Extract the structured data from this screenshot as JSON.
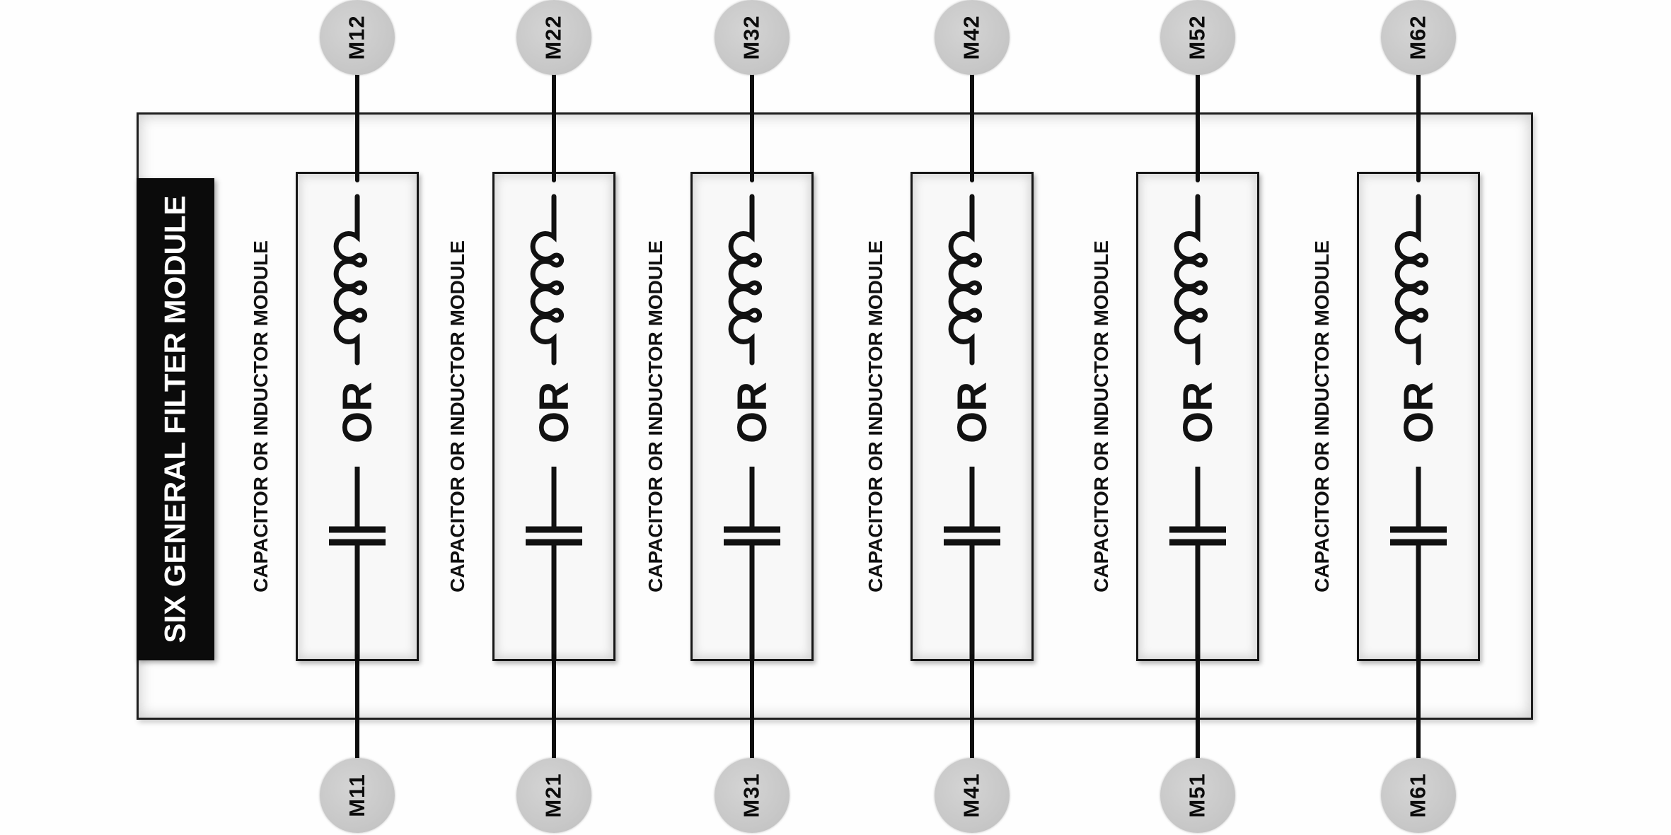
{
  "diagram": {
    "banner_title": "SIX GENERAL FILTER MODULE",
    "colors": {
      "background": "#fefefe",
      "banner_bg": "#0b0b0b",
      "banner_text": "#ffffff",
      "frame_border": "#1e1e1e",
      "box_fill": "#f8f8f8",
      "box_border": "#161616",
      "line": "#111111",
      "terminal_fill": "#c8c8c8",
      "terminal_text": "#0c0c0c"
    },
    "modules": [
      {
        "label": "CAPACITOR OR INDUCTOR MODULE",
        "or": "OR",
        "top_terminal": "M12",
        "bottom_terminal": "M11",
        "components": [
          "inductor-icon",
          "capacitor-icon"
        ]
      },
      {
        "label": "CAPACITOR OR INDUCTOR MODULE",
        "or": "OR",
        "top_terminal": "M22",
        "bottom_terminal": "M21",
        "components": [
          "inductor-icon",
          "capacitor-icon"
        ]
      },
      {
        "label": "CAPACITOR OR INDUCTOR MODULE",
        "or": "OR",
        "top_terminal": "M32",
        "bottom_terminal": "M31",
        "components": [
          "inductor-icon",
          "capacitor-icon"
        ]
      },
      {
        "label": "CAPACITOR OR INDUCTOR MODULE",
        "or": "OR",
        "top_terminal": "M42",
        "bottom_terminal": "M41",
        "components": [
          "inductor-icon",
          "capacitor-icon"
        ]
      },
      {
        "label": "CAPACITOR OR INDUCTOR MODULE",
        "or": "OR",
        "top_terminal": "M52",
        "bottom_terminal": "M51",
        "components": [
          "inductor-icon",
          "capacitor-icon"
        ]
      },
      {
        "label": "CAPACITOR OR INDUCTOR MODULE",
        "or": "OR",
        "top_terminal": "M62",
        "bottom_terminal": "M61",
        "components": [
          "inductor-icon",
          "capacitor-icon"
        ]
      }
    ]
  }
}
